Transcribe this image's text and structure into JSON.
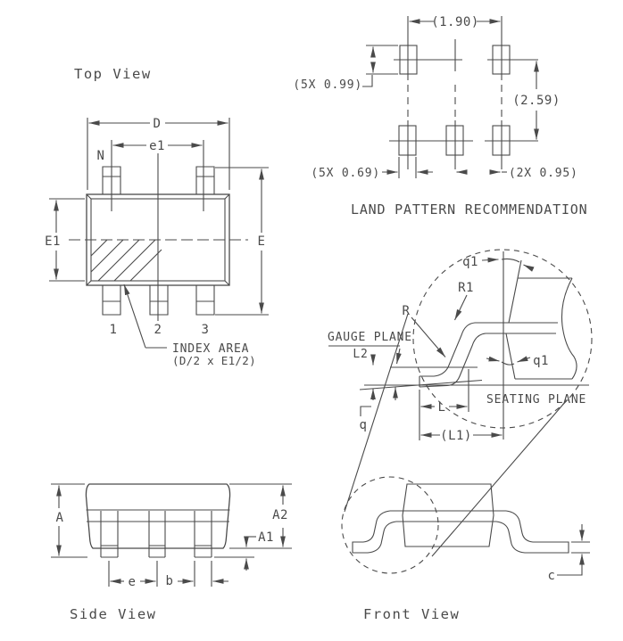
{
  "drawing": {
    "ink_color": "#4a4a4a",
    "background_color": "#ffffff"
  },
  "top_view": {
    "title": "Top View",
    "dim_d": "D",
    "dim_e1": "e1",
    "pin_count_label": "N",
    "dim_body_width": "E1",
    "dim_overall_width": "E",
    "pin1": "1",
    "pin2": "2",
    "pin3": "3",
    "index_area_line1": "INDEX AREA",
    "index_area_line2": "(D/2 x E1/2)"
  },
  "land_pattern": {
    "title": "LAND PATTERN RECOMMENDATION",
    "dim_column_pitch": "(1.90)",
    "dim_pad_height": "(5X 0.99)",
    "dim_row_pitch": "(2.59)",
    "dim_pad_width": "(5X 0.69)",
    "dim_pad_pitch": "(2X 0.95)"
  },
  "lead_detail": {
    "dim_angle_q1": "q1",
    "dim_radius_r1": "R1",
    "dim_radius_r": "R",
    "gauge_plane_label": "GAUGE PLANE",
    "dim_l2": "L2",
    "seating_plane_label": "SEATING PLANE",
    "dim_l": "L",
    "dim_l1": "(L1)",
    "dim_angle_q": "q"
  },
  "side_view": {
    "title": "Side View",
    "dim_a": "A",
    "dim_a2": "A2",
    "dim_a1": "A1",
    "dim_e": "e",
    "dim_b": "b"
  },
  "front_view": {
    "title": "Front View",
    "dim_c": "c"
  }
}
